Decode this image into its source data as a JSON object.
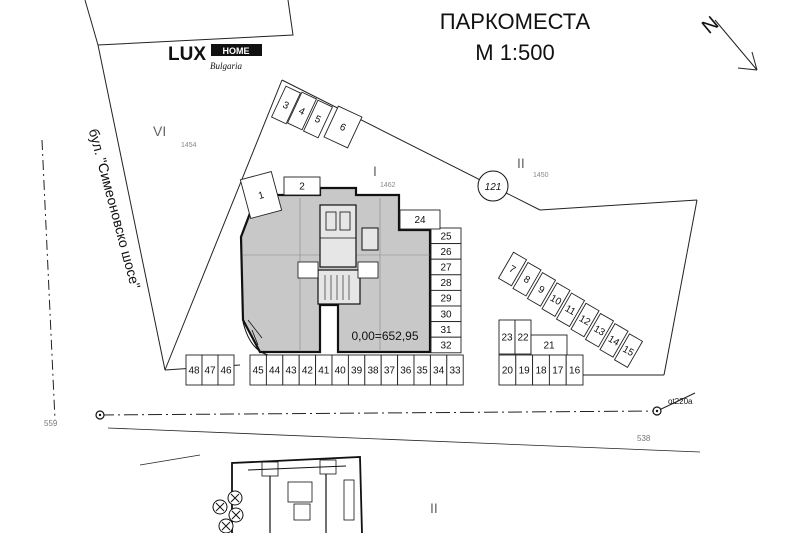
{
  "title": "ПАРКОМЕСТА",
  "scale": "М  1:500",
  "north_label": "N",
  "logo": {
    "brand": "LUX",
    "brand2": "HOME",
    "sub": "Bulgaria"
  },
  "street": "бул. \"Симеоновско шосе\"",
  "parcels": {
    "vi": "VI",
    "vi_no": "1454",
    "i": "I",
    "i_no": "1462",
    "ii": "II",
    "ii_no": "1450",
    "ii_bottom": "II"
  },
  "plot_no": "121",
  "elevation": "0,00=652,95",
  "markers": {
    "left_num": "559",
    "right_num": "538",
    "right_label": "ot220a"
  },
  "spots": {
    "s1": "1",
    "s2": "2",
    "s3": "3",
    "s4": "4",
    "s5": "5",
    "s6": "6",
    "s7": "7",
    "s8": "8",
    "s9": "9",
    "s10": "10",
    "s11": "11",
    "s12": "12",
    "s13": "13",
    "s14": "14",
    "s15": "15",
    "s16": "16",
    "s17": "17",
    "s18": "18",
    "s19": "19",
    "s20": "20",
    "s21": "21",
    "s22": "22",
    "s23": "23",
    "s24": "24",
    "s25": "25",
    "s26": "26",
    "s27": "27",
    "s28": "28",
    "s29": "29",
    "s30": "30",
    "s31": "31",
    "s32": "32",
    "s33": "33",
    "s34": "34",
    "s35": "35",
    "s36": "36",
    "s37": "37",
    "s38": "38",
    "s39": "39",
    "s40": "40",
    "s41": "41",
    "s42": "42",
    "s43": "43",
    "s44": "44",
    "s45": "45",
    "s46": "46",
    "s47": "47",
    "s48": "48"
  }
}
